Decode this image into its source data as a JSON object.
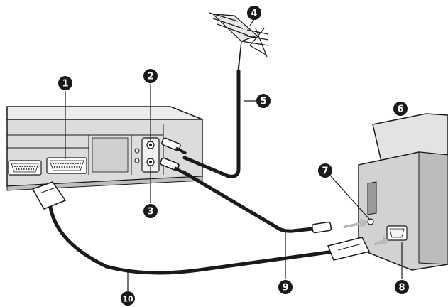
{
  "callouts": [
    {
      "id": "1",
      "label": "1"
    },
    {
      "id": "2",
      "label": "2"
    },
    {
      "id": "3",
      "label": "3"
    },
    {
      "id": "4",
      "label": "4"
    },
    {
      "id": "5",
      "label": "5"
    },
    {
      "id": "6",
      "label": "6"
    },
    {
      "id": "7",
      "label": "7"
    },
    {
      "id": "8",
      "label": "8"
    },
    {
      "id": "9",
      "label": "9"
    },
    {
      "id": "10",
      "label": "10"
    }
  ],
  "colors": {
    "line": "#1a1a1a",
    "device_light": "#e8e8e8",
    "device_mid": "#cfcfcf",
    "device_dark": "#a9a9a9",
    "callout_fill": "#1a1a1a"
  }
}
